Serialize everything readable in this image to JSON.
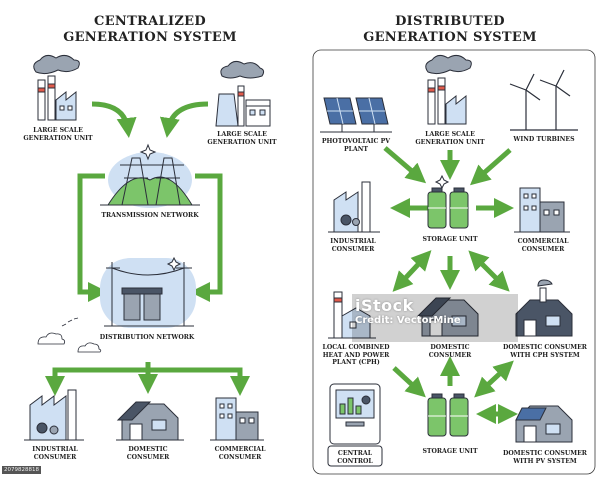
{
  "colors": {
    "arrow": "#5aa83f",
    "line": "#2b2f3a",
    "blue": "#cfe0f3",
    "green": "#7cc56a",
    "grey": "#9aa4b1",
    "dark": "#4a5566"
  },
  "left": {
    "title": "CENTRALIZED\nGENERATION SYSTEM",
    "large_unit_1": "LARGE SCALE\nGENERATION UNIT",
    "large_unit_2": "LARGE SCALE\nGENERATION UNIT",
    "transmission": "TRANSMISSION NETWORK",
    "distribution": "DISTRIBUTION NETWORK",
    "industrial": "INDUSTRIAL\nCONSUMER",
    "domestic": "DOMESTIC\nCONSUMER",
    "commercial": "COMMERCIAL\nCONSUMER"
  },
  "right": {
    "title": "DISTRIBUTED\nGENERATION SYSTEM",
    "pv_plant": "PHOTOVOLTAIC PV\nPLANT",
    "large_unit": "LARGE SCALE\nGENERATION UNIT",
    "wind": "WIND TURBINES",
    "industrial": "INDUSTRIAL\nCONSUMER",
    "storage_1": "STORAGE UNIT",
    "commercial": "COMMERCIAL\nCONSUMER",
    "chp_plant": "LOCAL COMBINED\nHEAT AND POWER\nPLANT (CPH)",
    "domestic": "DOMESTIC\nCONSUMER",
    "domestic_chp": "DOMESTIC CONSUMER\nWITH CPH SYSTEM",
    "central_control": "CENTRAL\nCONTROL",
    "storage_2": "STORAGE UNIT",
    "domestic_pv": "DOMESTIC CONSUMER\nWITH PV SYSTEM"
  },
  "watermark": {
    "line1": "iStock",
    "line2": "Credit: VectorMine"
  },
  "stock_id": "2079828818"
}
